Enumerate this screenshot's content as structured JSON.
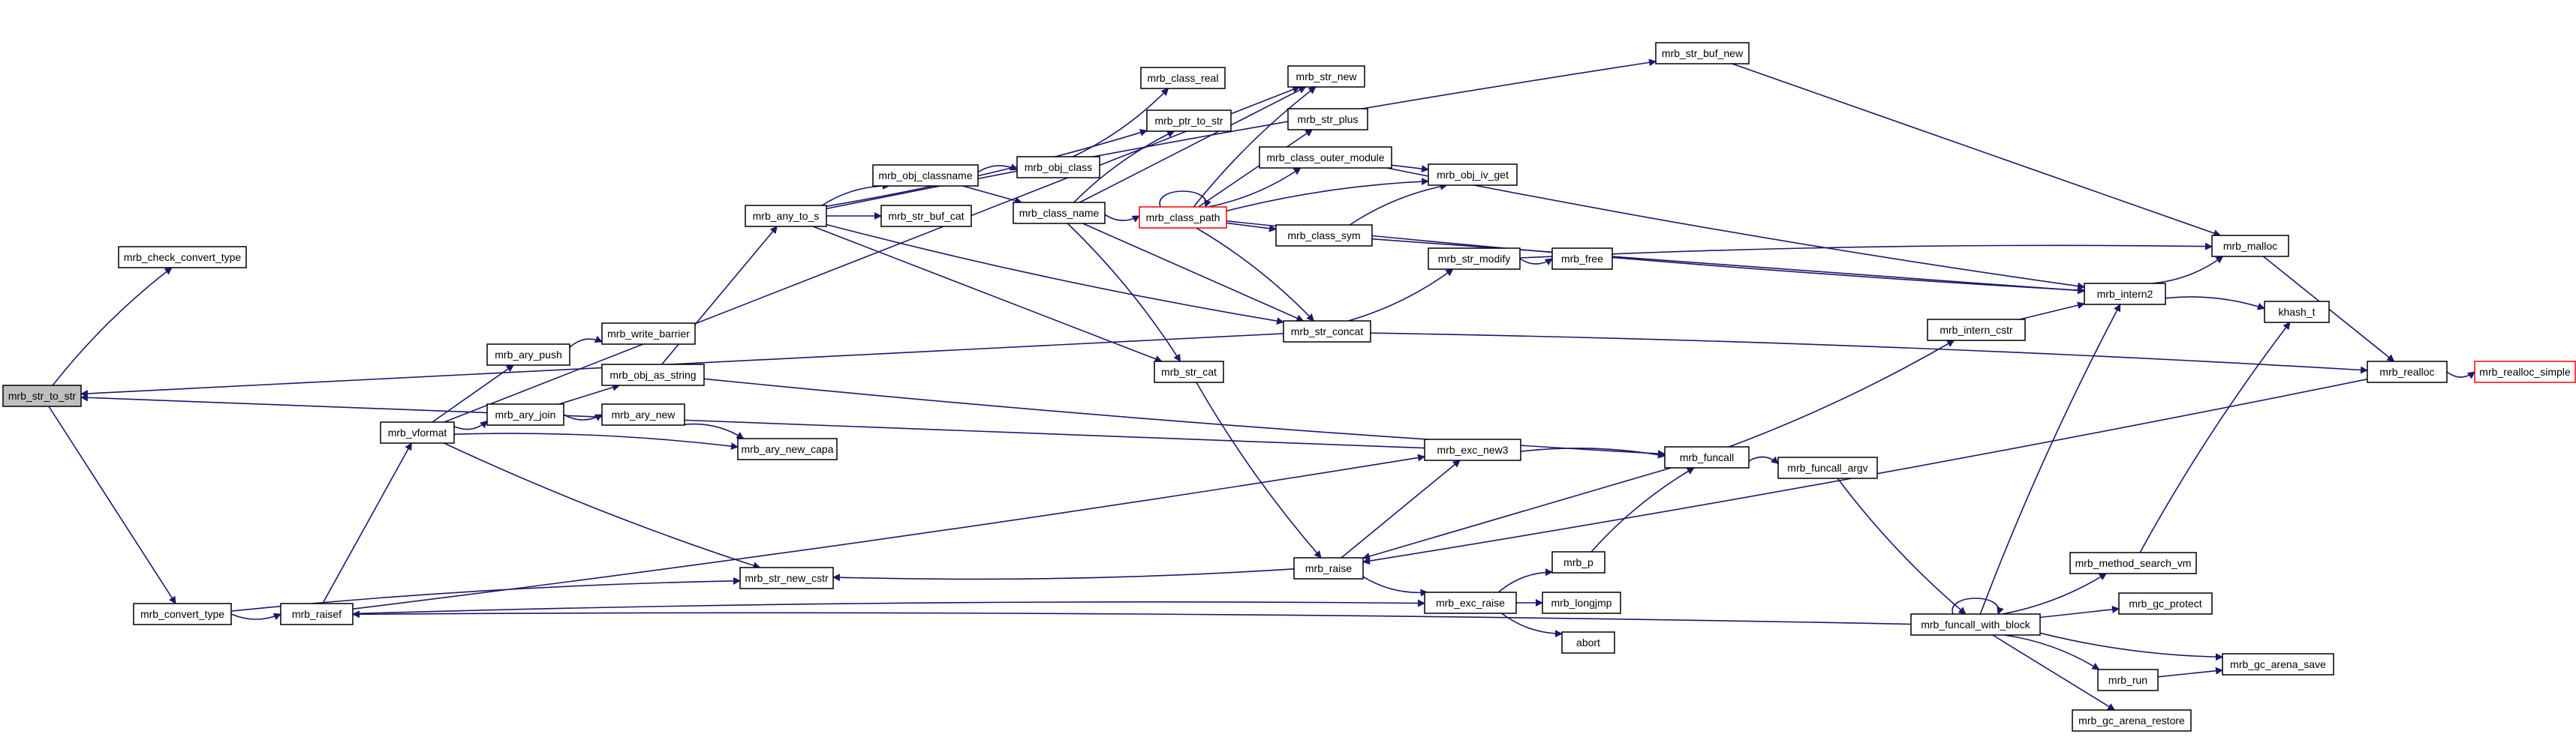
{
  "diagram": {
    "nodes": [
      {
        "id": "mrb_str_to_str",
        "label": "mrb_str_to_str",
        "style": "root"
      },
      {
        "id": "mrb_check_convert_type",
        "label": "mrb_check_convert_type"
      },
      {
        "id": "mrb_convert_type",
        "label": "mrb_convert_type"
      },
      {
        "id": "mrb_raisef",
        "label": "mrb_raisef"
      },
      {
        "id": "mrb_vformat",
        "label": "mrb_vformat"
      },
      {
        "id": "mrb_ary_push",
        "label": "mrb_ary_push"
      },
      {
        "id": "mrb_write_barrier",
        "label": "mrb_write_barrier"
      },
      {
        "id": "mrb_ary_join",
        "label": "mrb_ary_join"
      },
      {
        "id": "mrb_obj_as_string",
        "label": "mrb_obj_as_string"
      },
      {
        "id": "mrb_ary_new",
        "label": "mrb_ary_new"
      },
      {
        "id": "mrb_ary_new_capa",
        "label": "mrb_ary_new_capa"
      },
      {
        "id": "mrb_any_to_s",
        "label": "mrb_any_to_s"
      },
      {
        "id": "mrb_obj_classname",
        "label": "mrb_obj_classname"
      },
      {
        "id": "mrb_str_buf_cat",
        "label": "mrb_str_buf_cat"
      },
      {
        "id": "mrb_obj_class",
        "label": "mrb_obj_class"
      },
      {
        "id": "mrb_class_name",
        "label": "mrb_class_name"
      },
      {
        "id": "mrb_class_real",
        "label": "mrb_class_real"
      },
      {
        "id": "mrb_ptr_to_str",
        "label": "mrb_ptr_to_str"
      },
      {
        "id": "mrb_str_new",
        "label": "mrb_str_new"
      },
      {
        "id": "mrb_str_plus",
        "label": "mrb_str_plus"
      },
      {
        "id": "mrb_class_path",
        "label": "mrb_class_path",
        "style": "truncated"
      },
      {
        "id": "mrb_class_outer_module",
        "label": "mrb_class_outer_module"
      },
      {
        "id": "mrb_obj_iv_get",
        "label": "mrb_obj_iv_get"
      },
      {
        "id": "mrb_class_sym",
        "label": "mrb_class_sym"
      },
      {
        "id": "mrb_str_modify",
        "label": "mrb_str_modify"
      },
      {
        "id": "mrb_free",
        "label": "mrb_free"
      },
      {
        "id": "mrb_str_concat",
        "label": "mrb_str_concat"
      },
      {
        "id": "mrb_str_cat",
        "label": "mrb_str_cat"
      },
      {
        "id": "mrb_str_buf_new",
        "label": "mrb_str_buf_new"
      },
      {
        "id": "mrb_malloc",
        "label": "mrb_malloc"
      },
      {
        "id": "mrb_intern2",
        "label": "mrb_intern2"
      },
      {
        "id": "khash_t",
        "label": "khash_t"
      },
      {
        "id": "mrb_intern_cstr",
        "label": "mrb_intern_cstr"
      },
      {
        "id": "mrb_realloc",
        "label": "mrb_realloc"
      },
      {
        "id": "mrb_realloc_simple",
        "label": "mrb_realloc_simple",
        "style": "truncated"
      },
      {
        "id": "mrb_exc_new3",
        "label": "mrb_exc_new3"
      },
      {
        "id": "mrb_funcall",
        "label": "mrb_funcall"
      },
      {
        "id": "mrb_funcall_argv",
        "label": "mrb_funcall_argv"
      },
      {
        "id": "mrb_raise",
        "label": "mrb_raise"
      },
      {
        "id": "mrb_str_new_cstr",
        "label": "mrb_str_new_cstr"
      },
      {
        "id": "mrb_p",
        "label": "mrb_p"
      },
      {
        "id": "mrb_exc_raise",
        "label": "mrb_exc_raise"
      },
      {
        "id": "mrb_longjmp",
        "label": "mrb_longjmp"
      },
      {
        "id": "abort",
        "label": "abort"
      },
      {
        "id": "mrb_method_search_vm",
        "label": "mrb_method_search_vm"
      },
      {
        "id": "mrb_funcall_with_block",
        "label": "mrb_funcall_with_block"
      },
      {
        "id": "mrb_gc_protect",
        "label": "mrb_gc_protect"
      },
      {
        "id": "mrb_gc_arena_save",
        "label": "mrb_gc_arena_save"
      },
      {
        "id": "mrb_run",
        "label": "mrb_run"
      },
      {
        "id": "mrb_gc_arena_restore",
        "label": "mrb_gc_arena_restore"
      }
    ],
    "edges": [
      [
        "mrb_str_to_str",
        "mrb_check_convert_type"
      ],
      [
        "mrb_str_to_str",
        "mrb_convert_type"
      ],
      [
        "mrb_convert_type",
        "mrb_raisef"
      ],
      [
        "mrb_convert_type",
        "mrb_str_new_cstr"
      ],
      [
        "mrb_raisef",
        "mrb_vformat"
      ],
      [
        "mrb_raisef",
        "mrb_exc_new3"
      ],
      [
        "mrb_raisef",
        "mrb_exc_raise"
      ],
      [
        "mrb_vformat",
        "mrb_ary_push"
      ],
      [
        "mrb_vformat",
        "mrb_ary_join"
      ],
      [
        "mrb_vformat",
        "mrb_ary_new_capa"
      ],
      [
        "mrb_vformat",
        "mrb_str_new"
      ],
      [
        "mrb_vformat",
        "mrb_str_new_cstr"
      ],
      [
        "mrb_ary_push",
        "mrb_write_barrier"
      ],
      [
        "mrb_ary_join",
        "mrb_obj_as_string"
      ],
      [
        "mrb_ary_join",
        "mrb_ary_new"
      ],
      [
        "mrb_ary_new",
        "mrb_ary_new_capa"
      ],
      [
        "mrb_obj_as_string",
        "mrb_any_to_s"
      ],
      [
        "mrb_obj_as_string",
        "mrb_funcall"
      ],
      [
        "mrb_any_to_s",
        "mrb_obj_classname"
      ],
      [
        "mrb_any_to_s",
        "mrb_str_buf_cat"
      ],
      [
        "mrb_any_to_s",
        "mrb_ptr_to_str"
      ],
      [
        "mrb_any_to_s",
        "mrb_str_buf_new"
      ],
      [
        "mrb_any_to_s",
        "mrb_str_cat"
      ],
      [
        "mrb_any_to_s",
        "mrb_str_concat"
      ],
      [
        "mrb_obj_classname",
        "mrb_obj_class"
      ],
      [
        "mrb_obj_classname",
        "mrb_class_name"
      ],
      [
        "mrb_obj_class",
        "mrb_class_real"
      ],
      [
        "mrb_class_name",
        "mrb_ptr_to_str"
      ],
      [
        "mrb_class_name",
        "mrb_str_new"
      ],
      [
        "mrb_class_name",
        "mrb_class_path"
      ],
      [
        "mrb_class_name",
        "mrb_str_cat"
      ],
      [
        "mrb_class_name",
        "mrb_str_concat"
      ],
      [
        "mrb_class_path",
        "mrb_class_path"
      ],
      [
        "mrb_class_path",
        "mrb_str_new"
      ],
      [
        "mrb_class_path",
        "mrb_str_plus"
      ],
      [
        "mrb_class_path",
        "mrb_class_outer_module"
      ],
      [
        "mrb_class_path",
        "mrb_obj_iv_get"
      ],
      [
        "mrb_class_path",
        "mrb_class_sym"
      ],
      [
        "mrb_class_path",
        "mrb_intern2"
      ],
      [
        "mrb_class_path",
        "mrb_str_concat"
      ],
      [
        "mrb_class_outer_module",
        "mrb_obj_iv_get"
      ],
      [
        "mrb_class_outer_module",
        "mrb_intern2"
      ],
      [
        "mrb_class_sym",
        "mrb_obj_iv_get"
      ],
      [
        "mrb_class_sym",
        "mrb_intern2"
      ],
      [
        "mrb_str_concat",
        "mrb_str_modify"
      ],
      [
        "mrb_str_concat",
        "mrb_realloc"
      ],
      [
        "mrb_str_concat",
        "mrb_str_to_str"
      ],
      [
        "mrb_str_modify",
        "mrb_free"
      ],
      [
        "mrb_str_modify",
        "mrb_malloc"
      ],
      [
        "mrb_str_buf_new",
        "mrb_malloc"
      ],
      [
        "mrb_intern2",
        "mrb_malloc"
      ],
      [
        "mrb_intern2",
        "khash_t"
      ],
      [
        "mrb_malloc",
        "mrb_realloc"
      ],
      [
        "mrb_realloc",
        "mrb_realloc_simple"
      ],
      [
        "mrb_realloc",
        "mrb_raise"
      ],
      [
        "mrb_intern_cstr",
        "mrb_intern2"
      ],
      [
        "mrb_str_cat",
        "mrb_raise"
      ],
      [
        "mrb_exc_new3",
        "mrb_funcall"
      ],
      [
        "mrb_exc_new3",
        "mrb_str_to_str"
      ],
      [
        "mrb_funcall",
        "mrb_intern_cstr"
      ],
      [
        "mrb_funcall",
        "mrb_funcall_argv"
      ],
      [
        "mrb_funcall",
        "mrb_raise"
      ],
      [
        "mrb_funcall_argv",
        "mrb_funcall_with_block"
      ],
      [
        "mrb_raise",
        "mrb_str_new_cstr"
      ],
      [
        "mrb_raise",
        "mrb_exc_new3"
      ],
      [
        "mrb_raise",
        "mrb_exc_raise"
      ],
      [
        "mrb_exc_raise",
        "mrb_p"
      ],
      [
        "mrb_exc_raise",
        "mrb_longjmp"
      ],
      [
        "mrb_exc_raise",
        "abort"
      ],
      [
        "mrb_p",
        "mrb_funcall"
      ],
      [
        "mrb_funcall_with_block",
        "mrb_funcall_with_block"
      ],
      [
        "mrb_funcall_with_block",
        "mrb_method_search_vm"
      ],
      [
        "mrb_funcall_with_block",
        "mrb_intern2"
      ],
      [
        "mrb_funcall_with_block",
        "mrb_gc_protect"
      ],
      [
        "mrb_funcall_with_block",
        "mrb_gc_arena_save"
      ],
      [
        "mrb_funcall_with_block",
        "mrb_run"
      ],
      [
        "mrb_funcall_with_block",
        "mrb_gc_arena_restore"
      ],
      [
        "mrb_funcall_with_block",
        "mrb_raisef"
      ],
      [
        "mrb_method_search_vm",
        "khash_t"
      ],
      [
        "mrb_run",
        "mrb_gc_arena_save"
      ]
    ]
  }
}
